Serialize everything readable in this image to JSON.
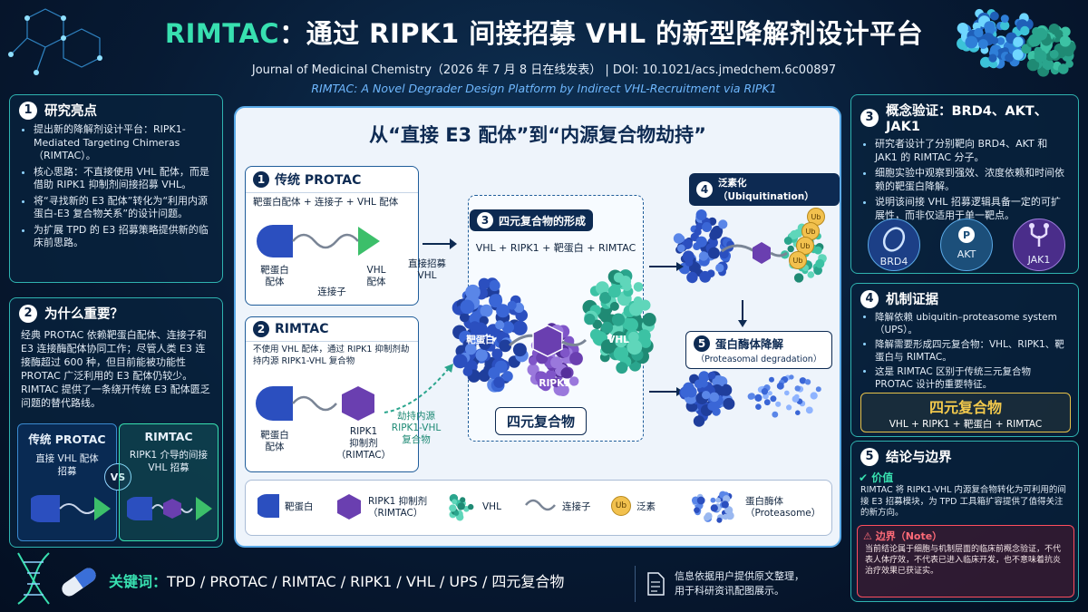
{
  "header": {
    "title_accent": "RIMTAC",
    "title_rest": "：通过 RIPK1 间接招募 VHL 的新型降解剂设计平台",
    "journal": "Journal of Medicinal Chemistry（2026 年 7 月 8 日在线发表） |  DOI: 10.1021/acs.jmedchem.6c00897",
    "subtitle": "RIMTAC: A Novel Degrader Design Platform by Indirect VHL-Recruitment via RIPK1"
  },
  "panel1": {
    "num": "1",
    "title": "研究亮点",
    "bullets": [
      "提出新的降解剂设计平台：RIPK1-Mediated Targeting Chimeras（RIMTAC）。",
      "核心思路：不直接使用 VHL 配体，而是借助 RIPK1 抑制剂间接招募 VHL。",
      "将“寻找新的 E3 配体”转化为“利用内源蛋白-E3 复合物关系”的设计问题。",
      "为扩展 TPD 的 E3 招募策略提供新的临床前思路。"
    ]
  },
  "panel2": {
    "num": "2",
    "title": "为什么重要？",
    "text": "经典 PROTAC 依赖靶蛋白配体、连接子和 E3 连接酶配体协同工作；尽管人类 E3 连接酶超过 600 种，但目前能被功能性 PROTAC 广泛利用的 E3 配体仍较少。RIMTAC 提供了一条绕开传统 E3 配体匮乏问题的替代路线。",
    "left_title": "传统 PROTAC",
    "left_sub": "直接 VHL 配体招募",
    "vs": "VS",
    "right_title": "RIMTAC",
    "right_sub": "RIPK1 介导的间接 VHL 招募"
  },
  "center": {
    "title": "从“直接 E3 配体”到“内源复合物劫持”",
    "s1": {
      "num": "1",
      "title": "传统 PROTAC",
      "formula": "靶蛋白配体 + 连接子 + VHL 配体",
      "target": "靶蛋白\n配体",
      "vhl": "VHL\n配体",
      "linker": "连接子",
      "arrow": "直接招募\nVHL"
    },
    "s2": {
      "num": "2",
      "title": "RIMTAC",
      "desc": "不使用 VHL 配体，通过 RIPK1 抑制剂劫持内源 RIPK1-VHL 复合物",
      "target": "靶蛋白\n配体",
      "inhib": "RIPK1\n抑制剂\n（RIMTAC）",
      "arrow": "劫持内源\nRIPK1-VHL\n复合物"
    },
    "s3": {
      "num": "3",
      "title": "四元复合物的形成",
      "formula": "VHL + RIPK1 + 靶蛋白 + RIMTAC",
      "target": "靶蛋白",
      "ripk1": "RIPK1",
      "vhl": "VHL",
      "bottom": "四元复合物"
    },
    "s4": {
      "num": "4",
      "title": "泛素化（Ubiquitination）",
      "ub": "Ub"
    },
    "s5": {
      "num": "5",
      "title": "蛋白酶体降解",
      "sub": "（Proteasomal degradation）"
    },
    "legend": {
      "target": "靶蛋白",
      "inhib": "RIPK1 抑制剂\n（RIMTAC）",
      "vhl": "VHL",
      "linker": "连接子",
      "ub_icon": "Ub",
      "ub": "泛素",
      "proteasome": "蛋白酶体\n（Proteasome）"
    }
  },
  "panel3": {
    "num": "3",
    "title": "概念验证：BRD4、AKT、JAK1",
    "bullets": [
      "研究者设计了分别靶向 BRD4、AKT 和 JAK1 的 RIMTAC 分子。",
      "细胞实验中观察到强效、浓度依赖和时间依赖的靶蛋白降解。",
      "说明该间接 VHL 招募逻辑具备一定的可扩展性，而非仅适用于单一靶点。"
    ],
    "targets": [
      "BRD4",
      "AKT",
      "JAK1"
    ],
    "akt_icon": "P"
  },
  "panel4": {
    "num": "4",
    "title": "机制证据",
    "bullets": [
      "降解依赖 ubiquitin–proteasome system（UPS）。",
      "降解需要形成四元复合物：VHL、RIPK1、靶蛋白与 RIMTAC。",
      "这是 RIMTAC 区别于传统三元复合物 PROTAC 设计的重要特征。"
    ],
    "box_title": "四元复合物",
    "box_sub": "VHL + RIPK1 + 靶蛋白 + RIMTAC"
  },
  "panel5": {
    "num": "5",
    "title": "结论与边界",
    "value_title": "价值",
    "value_text": "RIMTAC 将 RIPK1-VHL 内源复合物转化为可利用的间接 E3 招募模块，为 TPD 工具箱扩容提供了值得关注的新方向。",
    "limit_title": "边界（Note）",
    "limit_text": "当前结论属于细胞与机制层面的临床前概念验证，不代表人体疗效，不代表已进入临床开发，也不意味着抗炎治疗效果已获证实。"
  },
  "footer": {
    "keywords_label": "关键词：",
    "keywords": "TPD / PROTAC / RIMTAC / RIPK1 / VHL / UPS / 四元复合物",
    "note": "信息依据用户提供原文整理，\n用于科研资讯配图展示。"
  },
  "colors": {
    "accent": "#38e0b0",
    "panel_border": "#2fb3b0",
    "target_blue": "#2b4fbf",
    "ripk1_purple": "#6a3fb0",
    "vhl_teal": "#2aa58d",
    "ub_gold": "#f2c14e",
    "limit_red": "#ff4d5e"
  }
}
